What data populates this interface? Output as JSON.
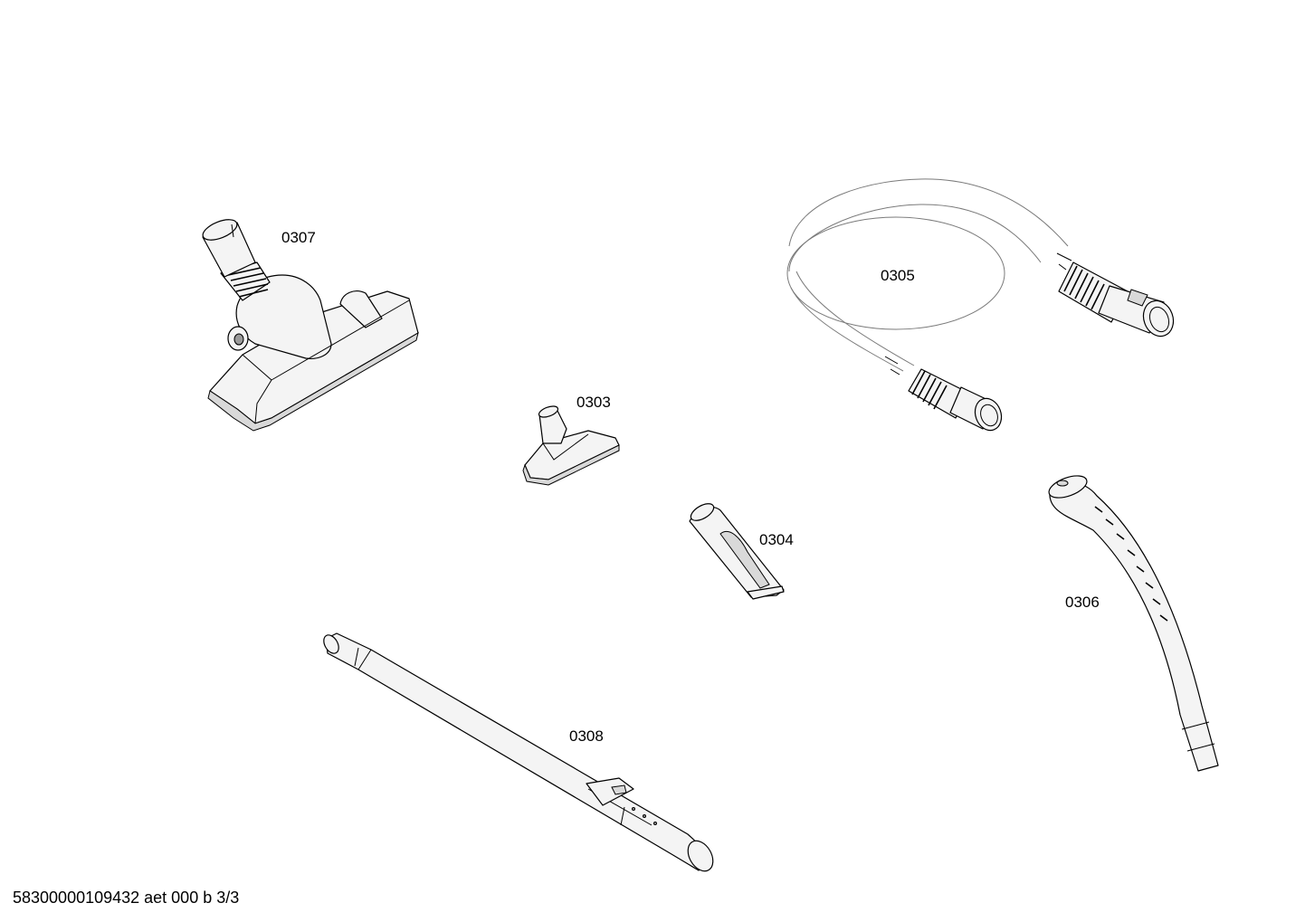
{
  "parts": {
    "p0307": "0307",
    "p0305": "0305",
    "p0303": "0303",
    "p0304": "0304",
    "p0306": "0306",
    "p0308": "0308"
  },
  "footer": "58300000109432 aet 000 b 3/3"
}
